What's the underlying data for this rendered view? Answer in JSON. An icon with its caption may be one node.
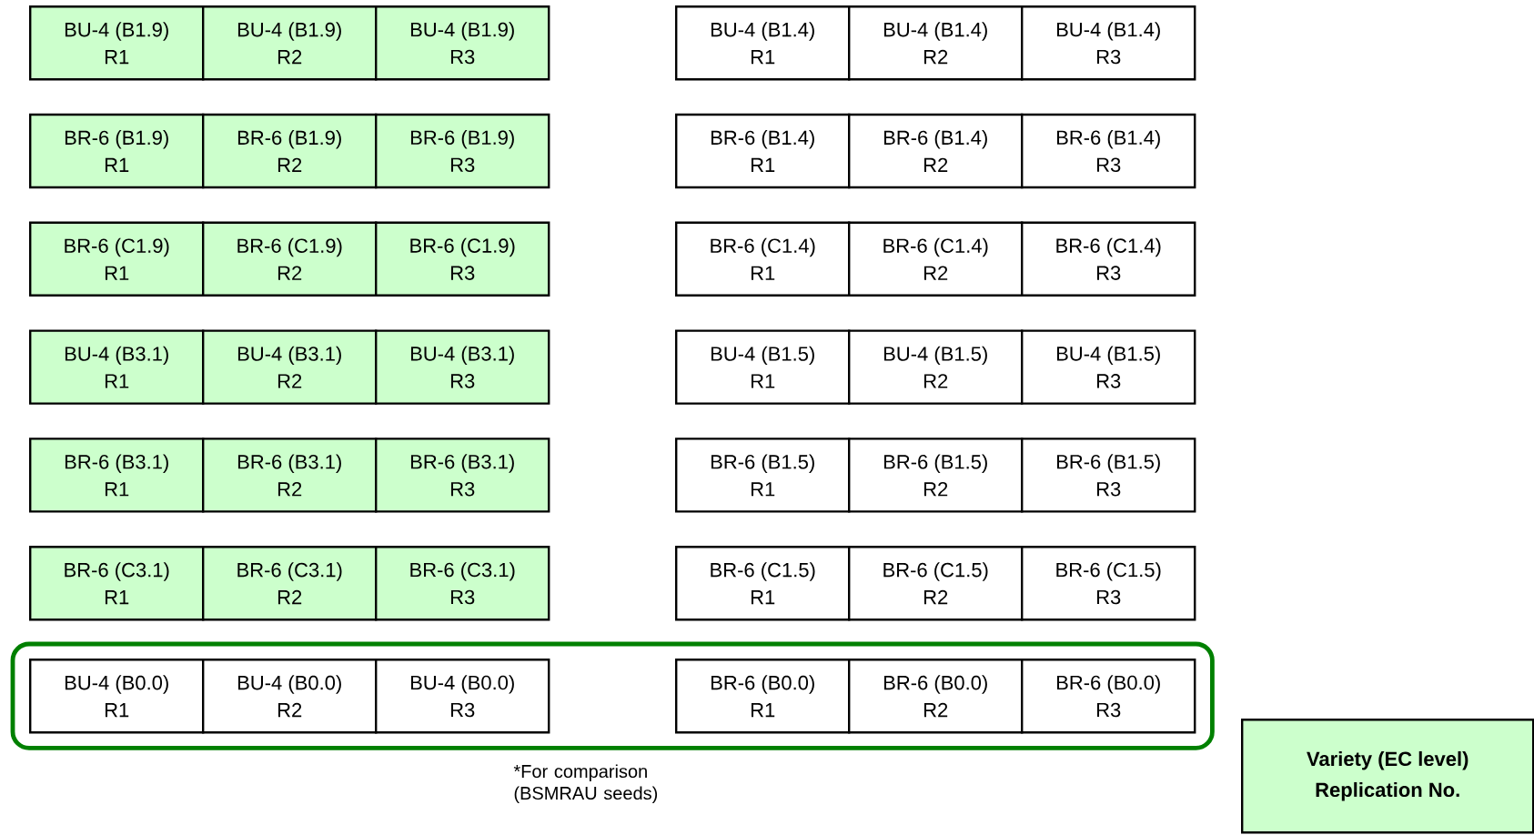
{
  "diagram": {
    "nodes": [
      {
        "text": [
          "BU-4 (B1.9)",
          "R1"
        ]
      },
      {
        "text": [
          "BU-4 (B1.9)",
          "R2"
        ]
      },
      {
        "text": [
          "BU-4 (B1.9)",
          "R3"
        ]
      },
      {
        "text": [
          "BU-4 (B1.4)",
          "R1"
        ]
      },
      {
        "text": [
          "BU-4 (B1.4)",
          "R2"
        ]
      },
      {
        "text": [
          "BU-4 (B1.4)",
          "R3"
        ]
      },
      {
        "text": [
          "BR-6 (B1.9)",
          "R1"
        ]
      },
      {
        "text": [
          "BR-6 (B1.9)",
          "R2"
        ]
      },
      {
        "text": [
          "BR-6 (B1.9)",
          "R3"
        ]
      },
      {
        "text": [
          "BR-6 (B1.4)",
          "R1"
        ]
      },
      {
        "text": [
          "BR-6 (B1.4)",
          "R2"
        ]
      },
      {
        "text": [
          "BR-6 (B1.4)",
          "R3"
        ]
      },
      {
        "text": [
          "BR-6 (C1.9)",
          "R1"
        ]
      },
      {
        "text": [
          "BR-6 (C1.9)",
          "R2"
        ]
      },
      {
        "text": [
          "BR-6 (C1.9)",
          "R3"
        ]
      },
      {
        "text": [
          "BR-6 (C1.4)",
          "R1"
        ]
      },
      {
        "text": [
          "BR-6 (C1.4)",
          "R2"
        ]
      },
      {
        "text": [
          "BR-6 (C1.4)",
          "R3"
        ]
      },
      {
        "text": [
          "BU-4 (B3.1)",
          "R1"
        ]
      },
      {
        "text": [
          "BU-4 (B3.1)",
          "R2"
        ]
      },
      {
        "text": [
          "BU-4 (B3.1)",
          "R3"
        ]
      },
      {
        "text": [
          "BU-4 (B1.5)",
          "R1"
        ]
      },
      {
        "text": [
          "BU-4 (B1.5)",
          "R2"
        ]
      },
      {
        "text": [
          "BU-4 (B1.5)",
          "R3"
        ]
      },
      {
        "text": [
          "BR-6 (B3.1)",
          "R1"
        ]
      },
      {
        "text": [
          "BR-6 (B3.1)",
          "R2"
        ]
      },
      {
        "text": [
          "BR-6 (B3.1)",
          "R3"
        ]
      },
      {
        "text": [
          "BR-6 (B1.5)",
          "R1"
        ]
      },
      {
        "text": [
          "BR-6 (B1.5)",
          "R2"
        ]
      },
      {
        "text": [
          "BR-6 (B1.5)",
          "R3"
        ]
      },
      {
        "text": [
          "BR-6 (C3.1)",
          "R1"
        ]
      },
      {
        "text": [
          "BR-6 (C3.1)",
          "R2"
        ]
      },
      {
        "text": [
          "BR-6 (C3.1)",
          "R3"
        ]
      },
      {
        "text": [
          "BR-6 (C1.5)",
          "R1"
        ]
      },
      {
        "text": [
          "BR-6 (C1.5)",
          "R2"
        ]
      },
      {
        "text": [
          "BR-6 (C1.5)",
          "R3"
        ]
      },
      {
        "text": [],
        "shape": "box"
      },
      {
        "text": [
          "BU-4 (B0.0)",
          "R1"
        ],
        "in": 36
      },
      {
        "text": [
          "BU-4 (B0.0)",
          "R2"
        ],
        "in": 36
      },
      {
        "text": [
          "BU-4 (B0.0)",
          "R3"
        ],
        "in": 36
      },
      {
        "text": [
          "BR-6 (B0.0)",
          "R1"
        ],
        "in": 36
      },
      {
        "text": [
          "BR-6 (B0.0)",
          "R2"
        ],
        "in": 36
      },
      {
        "text": [
          "BR-6 (B0.0)",
          "R3"
        ],
        "in": 36
      },
      {
        "text": [
          "Variety (EC level)",
          "Replication No."
        ]
      }
    ],
    "labels": [
      "*For comparison (BSMRAU seeds)"
    ]
  }
}
